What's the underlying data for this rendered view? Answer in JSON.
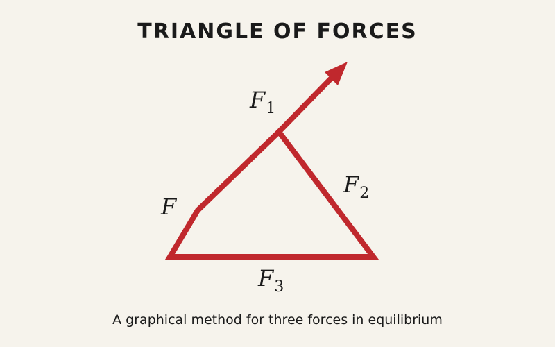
{
  "title": "TRIANGLE OF FORCES",
  "caption": "A graphical method for three forces in equilibrium",
  "colors": {
    "background": "#f6f3ec",
    "stroke": "#c0282d",
    "text": "#1a1a1a"
  },
  "labels": {
    "f": {
      "base": "F",
      "sub": ""
    },
    "f1": {
      "base": "F",
      "sub": "1"
    },
    "f2": {
      "base": "F",
      "sub": "2"
    },
    "f3": {
      "base": "F",
      "sub": "3"
    }
  },
  "icons": {
    "arrowhead": "arrowhead-icon"
  }
}
